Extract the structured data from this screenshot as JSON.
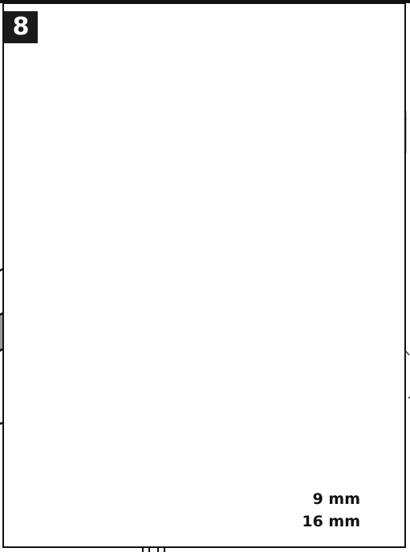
{
  "step": {
    "number": "8"
  },
  "specs": {
    "wrench_size_1": "9 mm",
    "wrench_size_2": "16 mm"
  },
  "colors": {
    "line": "#111111",
    "shade": "#8c8c8c",
    "shade_light": "#bdbdbd",
    "warning_fill": "#ffe600",
    "badge": "#1a1a1a"
  },
  "icons": {
    "warning": "warning-triangle-icon",
    "wrench": "open-end-wrench-icon",
    "direction": "curved-arrow-icon"
  }
}
